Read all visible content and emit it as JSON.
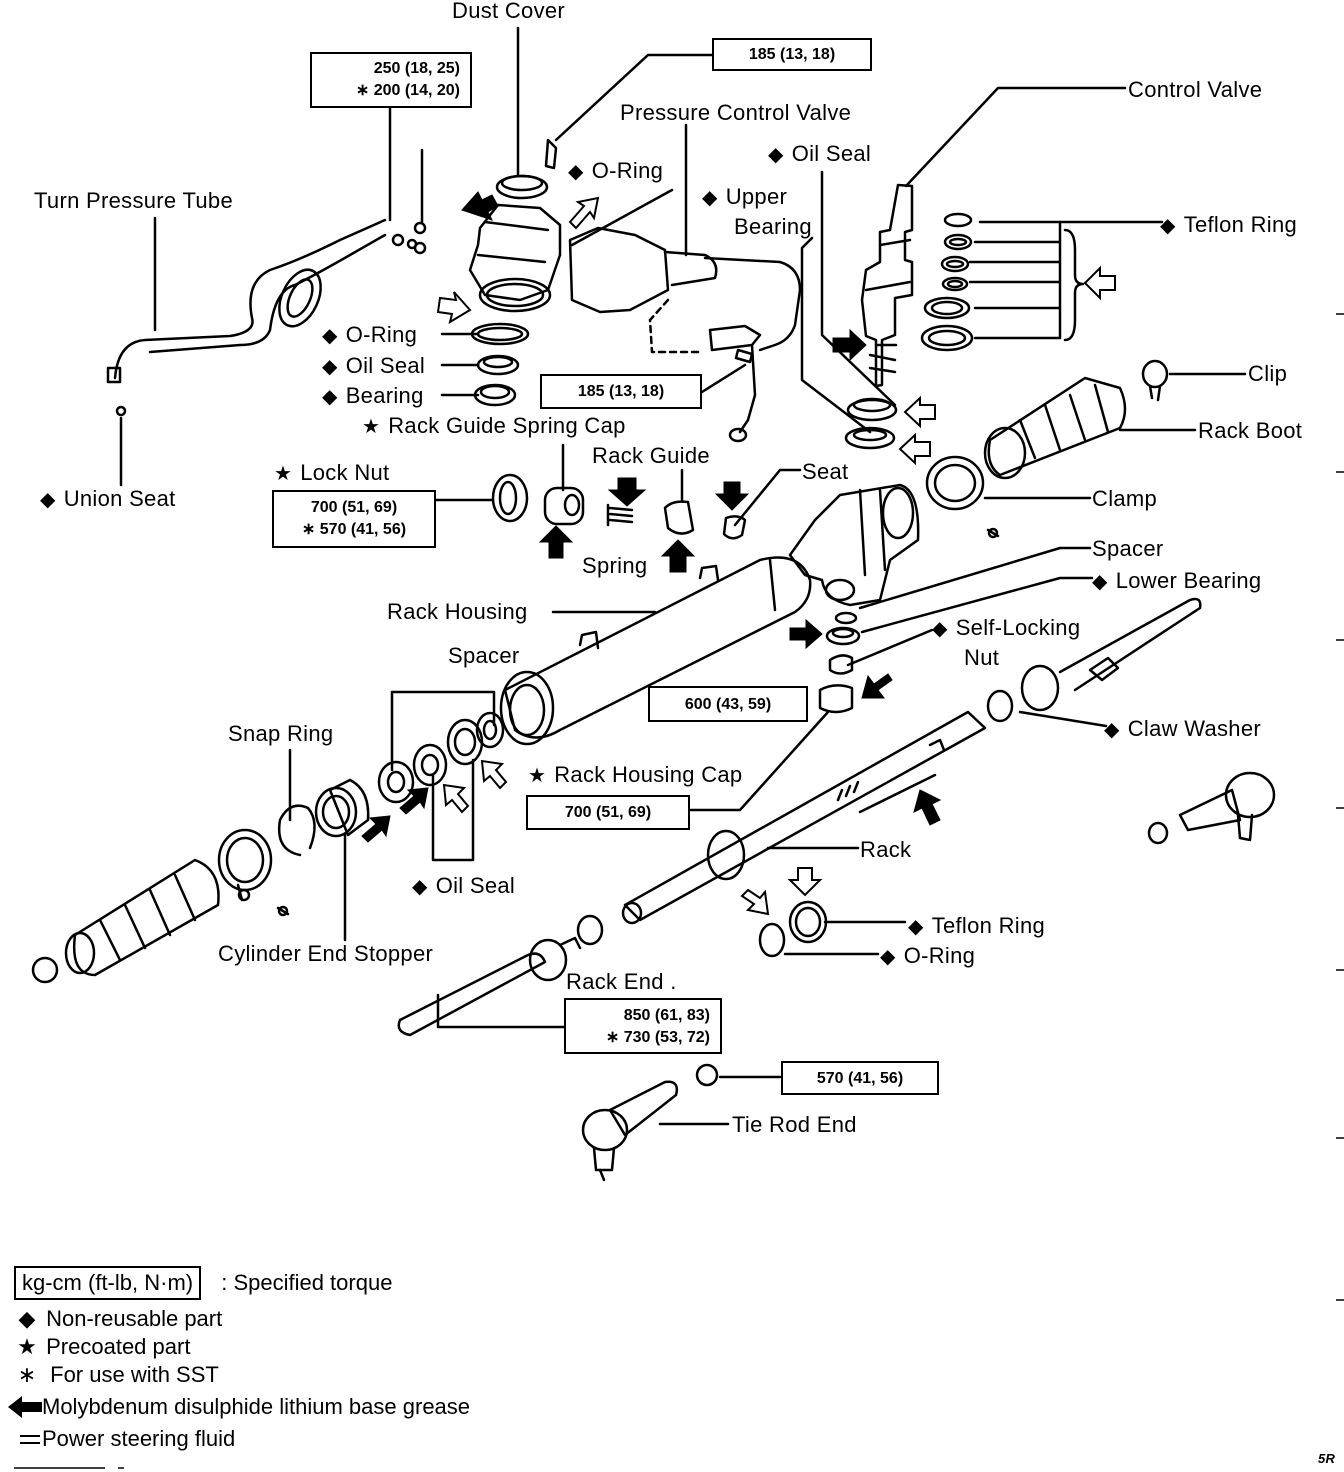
{
  "labels": {
    "dust_cover": "Dust Cover",
    "pressure_control_valve": "Pressure Control Valve",
    "control_valve": "Control Valve",
    "o_ring_top": "O-Ring",
    "oil_seal_top": "Oil Seal",
    "upper_bearing_1": "Upper",
    "upper_bearing_2": "Bearing",
    "teflon_ring_top": "Teflon Ring",
    "turn_pressure_tube": "Turn Pressure Tube",
    "o_ring_mid": "O-Ring",
    "oil_seal_mid": "Oil Seal",
    "bearing": "Bearing",
    "rack_guide_spring_cap": "Rack Guide Spring Cap",
    "clip": "Clip",
    "rack_boot": "Rack Boot",
    "lock_nut": "Lock Nut",
    "rack_guide": "Rack Guide",
    "seat": "Seat",
    "union_seat": "Union Seat",
    "clamp": "Clamp",
    "spring": "Spring",
    "spacer_right": "Spacer",
    "lower_bearing": "Lower Bearing",
    "rack_housing": "Rack Housing",
    "self_locking_1": "Self-Locking",
    "self_locking_2": "Nut",
    "spacer_left": "Spacer",
    "snap_ring": "Snap Ring",
    "claw_washer": "Claw Washer",
    "rack_housing_cap": "Rack Housing Cap",
    "rack": "Rack",
    "oil_seal_low": "Oil Seal",
    "teflon_ring_low": "Teflon Ring",
    "cylinder_end_stopper": "Cylinder End Stopper",
    "o_ring_low": "O-Ring",
    "rack_end": "Rack End .",
    "tie_rod_end": "Tie Rod End"
  },
  "symbols": {
    "diamond": "◆",
    "star": "★"
  },
  "torque": {
    "t185_top": "185 (13, 18)",
    "t250_a": "250 (18, 25)",
    "t250_b": "∗ 200 (14, 20)",
    "t185_mid": "185 (13, 18)",
    "t700_a": "700 (51, 69)",
    "t700_b": "∗ 570 (41, 56)",
    "t600": "600 (43, 59)",
    "t700_cap": "700 (51, 69)",
    "t850_a": "850 (61, 83)",
    "t850_b": "∗ 730 (53, 72)",
    "t570": "570 (41, 56)"
  },
  "legend": {
    "box": "kg-cm (ft-lb, N·m)",
    "box_desc": ": Specified torque",
    "non_reusable": "Non-reusable part",
    "precoated": "Precoated part",
    "sst_marker": "∗",
    "sst": "For use with SST",
    "moly": "Molybdenum disulphide lithium base grease",
    "psf": "Power steering fluid"
  },
  "page_mark": "5R"
}
